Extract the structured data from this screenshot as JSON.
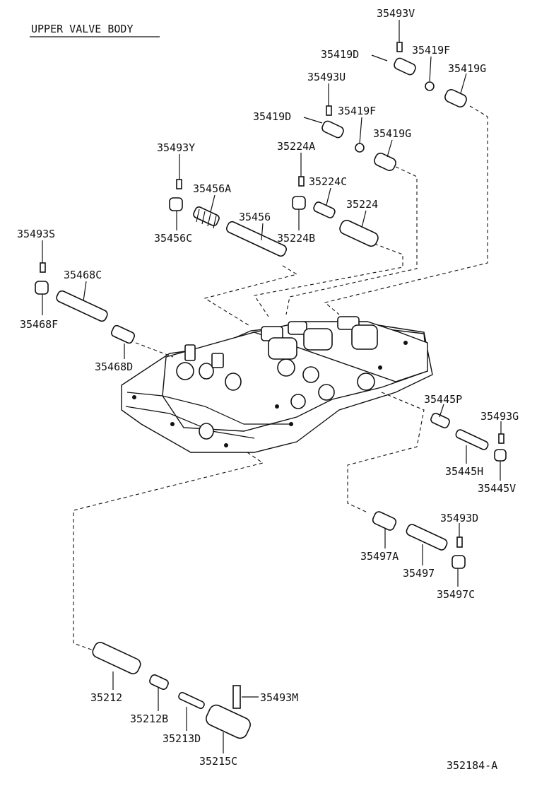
{
  "title": "UPPER VALVE BODY",
  "figure_code": "352184-A",
  "parts": {
    "p35493V": "35493V",
    "p35419D_1": "35419D",
    "p35419F_1": "35419F",
    "p35419G_1": "35419G",
    "p35493U": "35493U",
    "p35419D_2": "35419D",
    "p35419F_2": "35419F",
    "p35419G_2": "35419G",
    "p35493Y": "35493Y",
    "p35224A": "35224A",
    "p35456A": "35456A",
    "p35224C": "35224C",
    "p35456": "35456",
    "p35224": "35224",
    "p35456C": "35456C",
    "p35224B": "35224B",
    "p35493S": "35493S",
    "p35468C": "35468C",
    "p35468F": "35468F",
    "p35468D": "35468D",
    "p35445P": "35445P",
    "p35493G": "35493G",
    "p35445H": "35445H",
    "p35445V": "35445V",
    "p35493D": "35493D",
    "p35497A": "35497A",
    "p35497": "35497",
    "p35497C": "35497C",
    "p35212": "35212",
    "p35212B": "35212B",
    "p35213D": "35213D",
    "p35493M": "35493M",
    "p35215C": "35215C"
  }
}
